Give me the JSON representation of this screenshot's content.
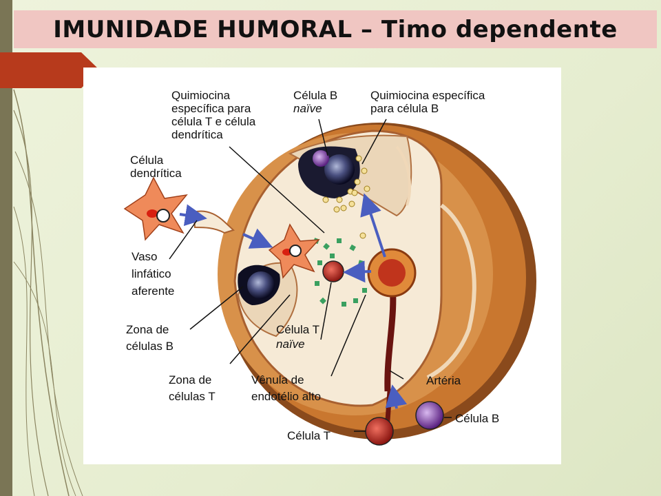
{
  "slide": {
    "title": "IMUNIDADE HUMORAL – Timo dependente"
  },
  "diagram": {
    "labels": {
      "quimiocina_t": [
        "Quimiocina",
        "específica para",
        "célula T e célula",
        "dendrítica"
      ],
      "celula_b_naive": [
        "Célula B",
        "naïve"
      ],
      "quimiocina_b": [
        "Quimiocina específica",
        "para célula B"
      ],
      "celula_dendritica": [
        "Célula",
        "dendrítica"
      ],
      "vaso_linfatico": [
        "Vaso",
        "linfático",
        "aferente"
      ],
      "zona_b": [
        "Zona de",
        "células B"
      ],
      "zona_t": [
        "Zona de",
        "células T"
      ],
      "celula_t_naive": [
        "Célula T",
        "naïve"
      ],
      "venula": [
        "Vênula de",
        "endotélio alto"
      ],
      "arteria": "Artéria",
      "celula_t": "Célula T",
      "celula_b": "Célula B"
    }
  },
  "colors": {
    "capsule": "#c9772f",
    "capsule_dark": "#8a4a1c",
    "cortex_light": "#f6ead6",
    "title_bg": "#f0c6c2",
    "tab": "#b73a1c",
    "arrow_blue": "#4a5ec0",
    "t_cell": "#b8221a",
    "b_cell": "#6a2a8a",
    "dendritic": "#ef8a5a"
  }
}
